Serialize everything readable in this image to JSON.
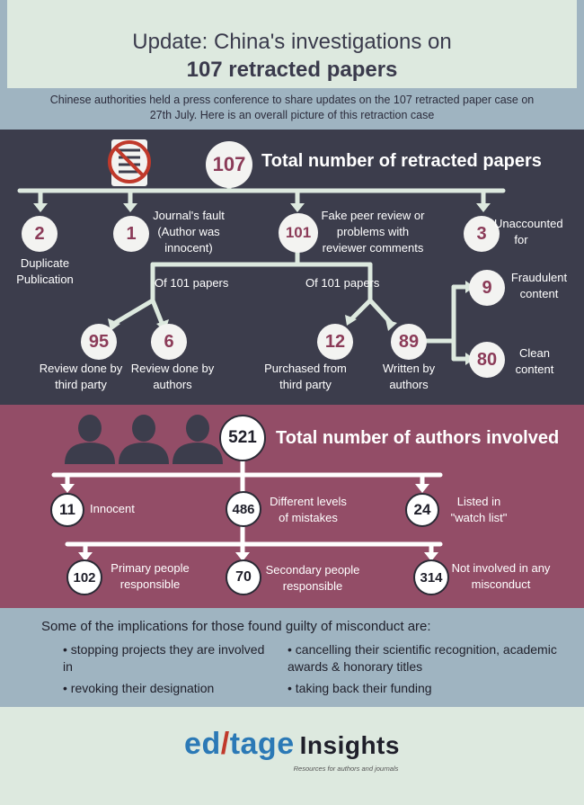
{
  "header": {
    "title_line1": "Update: China's investigations on",
    "title_line2": "107 retracted papers",
    "subtitle": "Chinese authorities held a press conference to share updates on the 107 retracted paper case on 27th July. Here is an overall picture of this retraction case"
  },
  "papers": {
    "total": "107",
    "total_label": "Total number of retracted papers",
    "duplicate": {
      "value": "2",
      "label": "Duplicate Publication"
    },
    "journal": {
      "value": "1",
      "label": "Journal's fault (Author was innocent)"
    },
    "fake": {
      "value": "101",
      "label": "Fake peer review or problems with reviewer comments"
    },
    "unaccounted": {
      "value": "3",
      "label": "Unaccounted for"
    },
    "of101_left": "Of 101 papers",
    "of101_right": "Of 101 papers",
    "third_party": {
      "value": "95",
      "label": "Review done by third party"
    },
    "by_authors": {
      "value": "6",
      "label": "Review done by authors"
    },
    "purchased": {
      "value": "12",
      "label": "Purchased from third party"
    },
    "written": {
      "value": "89",
      "label": "Written by authors"
    },
    "fraudulent": {
      "value": "9",
      "label": "Fraudulent content"
    },
    "clean": {
      "value": "80",
      "label": "Clean content"
    }
  },
  "authors": {
    "total": "521",
    "total_label": "Total number of authors involved",
    "innocent": {
      "value": "11",
      "label": "Innocent"
    },
    "mistakes": {
      "value": "486",
      "label": "Different levels of mistakes"
    },
    "watch": {
      "value": "24",
      "label": "Listed in \"watch list\""
    },
    "primary": {
      "value": "102",
      "label": "Primary people responsible"
    },
    "secondary": {
      "value": "70",
      "label": "Secondary people responsible"
    },
    "not_involved": {
      "value": "314",
      "label": "Not involved in any misconduct"
    }
  },
  "implications": {
    "title": "Some of the implications for those found guilty of misconduct are:",
    "items": [
      "stopping projects they are involved in",
      "revoking their designation",
      "cancelling their scientific recognition, academic awards & honorary titles",
      "taking back their funding"
    ]
  },
  "footer": {
    "logo_part1": "ed",
    "logo_part2": "tage",
    "logo_part3": "Insights",
    "tagline": "Resources for authors and journals"
  },
  "colors": {
    "dark": "#3c3d4c",
    "maroon": "#934d67",
    "blue_grey": "#9fb4c1",
    "mint": "#dde9df",
    "accent_number": "#8b3b58",
    "logo_blue": "#2b79b6"
  },
  "icons": [
    "document-crossed-icon",
    "people-group-icon"
  ]
}
